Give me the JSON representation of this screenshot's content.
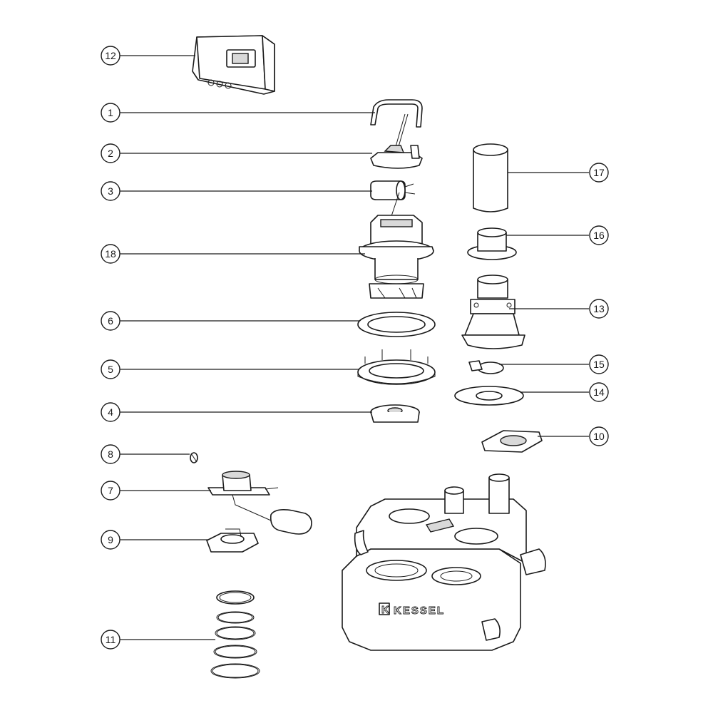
{
  "callouts": [
    {
      "id": "12",
      "label": "12"
    },
    {
      "id": "1",
      "label": "1"
    },
    {
      "id": "2",
      "label": "2"
    },
    {
      "id": "3",
      "label": "3"
    },
    {
      "id": "18",
      "label": "18"
    },
    {
      "id": "6",
      "label": "6"
    },
    {
      "id": "5",
      "label": "5"
    },
    {
      "id": "4",
      "label": "4"
    },
    {
      "id": "8",
      "label": "8"
    },
    {
      "id": "7",
      "label": "7"
    },
    {
      "id": "9",
      "label": "9"
    },
    {
      "id": "11",
      "label": "11"
    },
    {
      "id": "17",
      "label": "17"
    },
    {
      "id": "16",
      "label": "16"
    },
    {
      "id": "13",
      "label": "13"
    },
    {
      "id": "15",
      "label": "15"
    },
    {
      "id": "14",
      "label": "14"
    },
    {
      "id": "10",
      "label": "10"
    }
  ],
  "brand": {
    "text": "KESSEL",
    "logo_letter": "K"
  }
}
